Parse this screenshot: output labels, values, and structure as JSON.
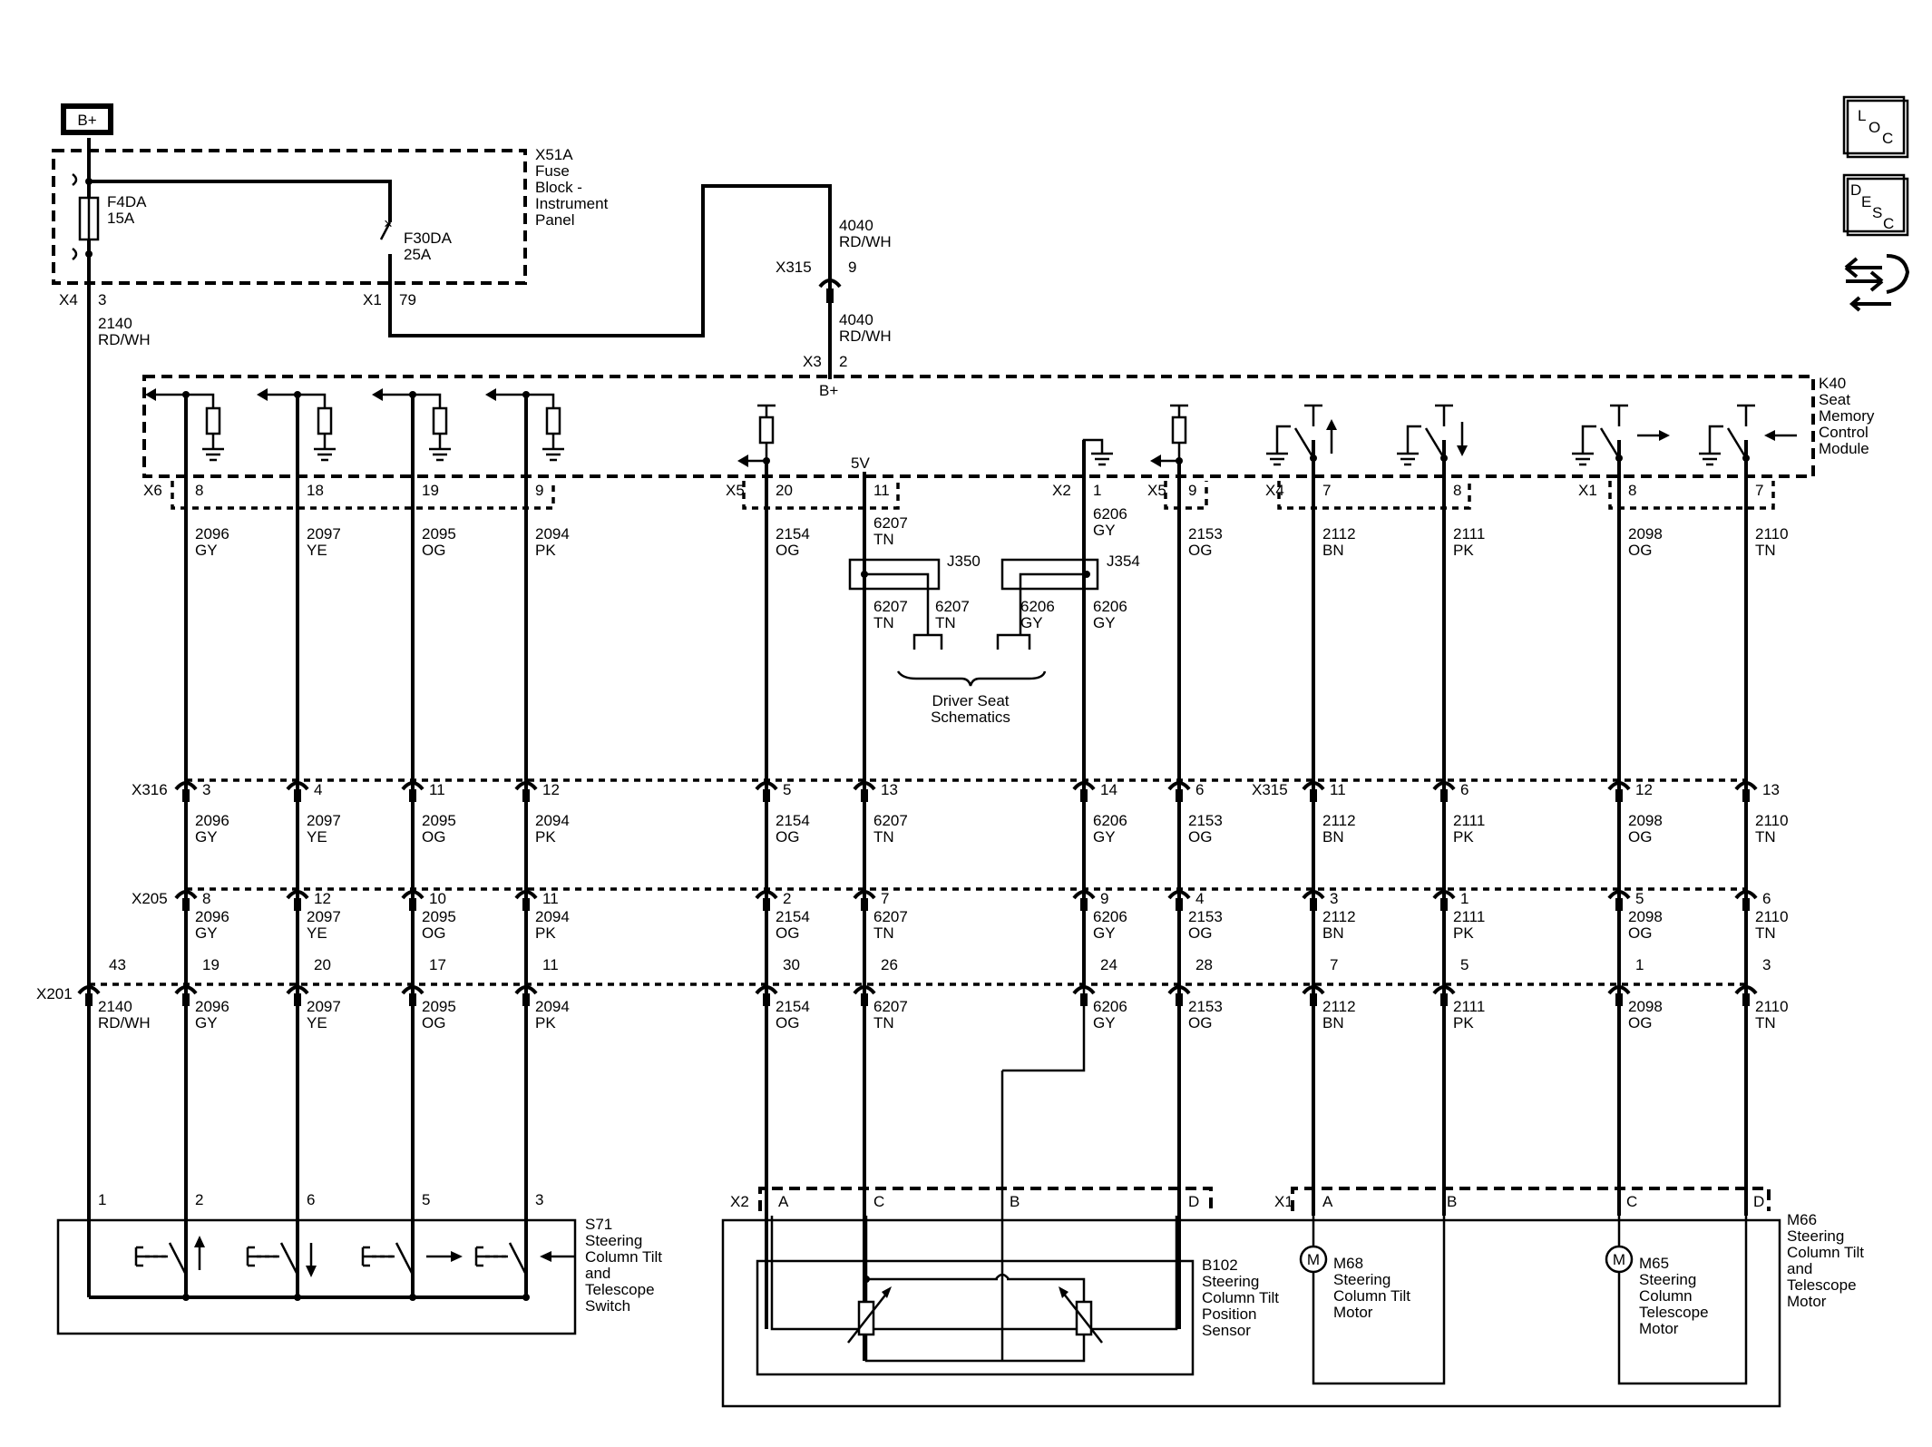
{
  "power": {
    "label": "B+"
  },
  "fuse_block": {
    "name": "X51A",
    "desc": [
      "Fuse",
      "Block -",
      "Instrument",
      "Panel"
    ]
  },
  "fuses": [
    {
      "name": "F4DA",
      "rating": "15A"
    },
    {
      "name": "F30DA",
      "rating": "25A"
    }
  ],
  "fuse_outputs": [
    {
      "conn": "X4",
      "pin": "3",
      "circuit": "2140",
      "color": "RD/WH"
    },
    {
      "conn": "X1",
      "pin": "79"
    }
  ],
  "feed": {
    "circuit": "4040",
    "color": "RD/WH",
    "inline_conn": "X315",
    "inline_pin": "9",
    "module_conn": "X3",
    "module_pin": "2",
    "module_pin_label": "B+"
  },
  "module": {
    "name": "K40",
    "desc": [
      "Seat",
      "Memory",
      "Control",
      "Module"
    ],
    "ref_5v": "5V"
  },
  "module_connectors": [
    {
      "conn": "X6",
      "pin": "8"
    },
    {
      "pin": "18"
    },
    {
      "pin": "19"
    },
    {
      "pin": "9"
    },
    {
      "conn": "X5",
      "pin": "20"
    },
    {
      "pin": "11"
    },
    {
      "conn": "X2",
      "pin": "1"
    },
    {
      "conn": "X5",
      "pin": "9"
    },
    {
      "conn": "X4",
      "pin": "7"
    },
    {
      "pin": "8"
    },
    {
      "conn": "X1",
      "pin": "8"
    },
    {
      "pin": "7"
    }
  ],
  "wires": [
    {
      "circuit": "2096",
      "color": "GY"
    },
    {
      "circuit": "2097",
      "color": "YE"
    },
    {
      "circuit": "2095",
      "color": "OG"
    },
    {
      "circuit": "2094",
      "color": "PK"
    },
    {
      "circuit": "2154",
      "color": "OG"
    },
    {
      "circuit": "6207",
      "color": "TN"
    },
    {
      "circuit": "6206",
      "color": "GY"
    },
    {
      "circuit": "2153",
      "color": "OG"
    },
    {
      "circuit": "2112",
      "color": "BN"
    },
    {
      "circuit": "2111",
      "color": "PK"
    },
    {
      "circuit": "2098",
      "color": "OG"
    },
    {
      "circuit": "2110",
      "color": "TN"
    }
  ],
  "splices": [
    {
      "name": "J350",
      "circuit": "6207",
      "color": "TN"
    },
    {
      "name": "J354",
      "circuit": "6206",
      "color": "GY"
    }
  ],
  "seat_ref": [
    "Driver Seat",
    "Schematics"
  ],
  "inline_rows": [
    {
      "left": "X316",
      "right": "X315",
      "pins": [
        "3",
        "4",
        "11",
        "12",
        "5",
        "13",
        "14",
        "6",
        "11",
        "6",
        "12",
        "13"
      ]
    },
    {
      "left": "X205",
      "pins": [
        "8",
        "12",
        "10",
        "11",
        "2",
        "7",
        "9",
        "4",
        "3",
        "1",
        "5",
        "6"
      ]
    },
    {
      "left": "X201",
      "extra_pin": "43",
      "pins": [
        "19",
        "20",
        "17",
        "11",
        "30",
        "26",
        "24",
        "28",
        "7",
        "5",
        "1",
        "3"
      ]
    }
  ],
  "switch": {
    "name": "S71",
    "desc": [
      "Steering",
      "Column Tilt",
      "and",
      "Telescope",
      "Switch"
    ],
    "pins": [
      "1",
      "2",
      "6",
      "5",
      "3"
    ]
  },
  "sensor": {
    "conn": "X2",
    "pins": [
      "A",
      "C",
      "B",
      "D"
    ],
    "name": "B102",
    "desc": [
      "Steering",
      "Column Tilt",
      "Position",
      "Sensor"
    ]
  },
  "motor_assembly": {
    "conn": "X1",
    "pins": [
      "A",
      "B",
      "C",
      "D"
    ],
    "name": "M66",
    "desc": [
      "Steering",
      "Column Tilt",
      "and",
      "Telescope",
      "Motor"
    ]
  },
  "motors": [
    {
      "name": "M68",
      "desc": [
        "Steering",
        "Column Tilt",
        "Motor"
      ],
      "symbol": "M"
    },
    {
      "name": "M65",
      "desc": [
        "Steering",
        "Column",
        "Telescope",
        "Motor"
      ],
      "symbol": "M"
    }
  ],
  "nav_icons": [
    {
      "name": "loc-icon",
      "glyphs": [
        "L",
        "O",
        "C"
      ]
    },
    {
      "name": "desc-icon",
      "glyphs": [
        "D",
        "E",
        "S",
        "C"
      ]
    },
    {
      "name": "connector-repair-icon"
    }
  ]
}
